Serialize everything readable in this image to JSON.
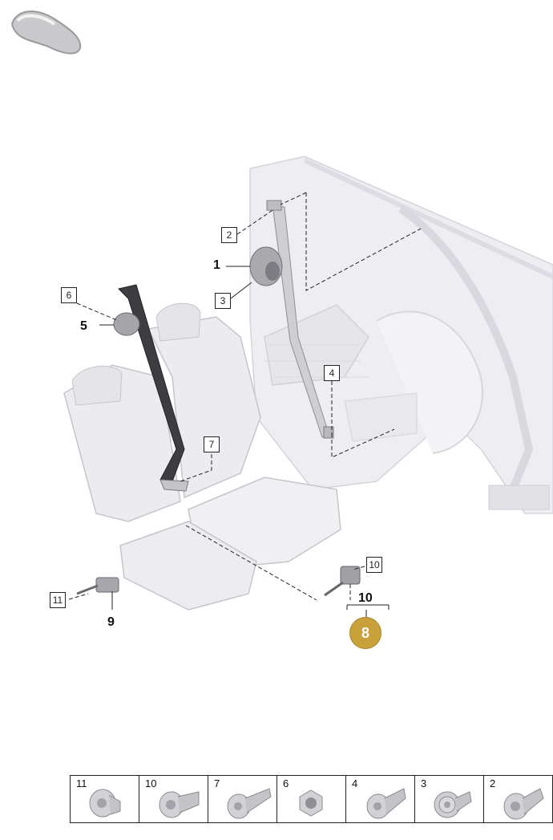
{
  "callouts": {
    "c1": "1",
    "c2": "2",
    "c3": "3",
    "c4": "4",
    "c5": "5",
    "c6": "6",
    "c7": "7",
    "c9": "9",
    "c10_box": "10",
    "c10_bold": "10",
    "c11": "11",
    "badge8": "8"
  },
  "parts_table": [
    {
      "num": "11",
      "icon": "bolt-round-head-icon"
    },
    {
      "num": "10",
      "icon": "bolt-shoulder-icon"
    },
    {
      "num": "7",
      "icon": "bolt-long-icon"
    },
    {
      "num": "6",
      "icon": "hex-nut-icon"
    },
    {
      "num": "4",
      "icon": "bolt-short-icon"
    },
    {
      "num": "3",
      "icon": "bolt-flange-icon"
    },
    {
      "num": "2",
      "icon": "bolt-washer-icon"
    }
  ],
  "colors": {
    "badge": "#c8a13a",
    "body_gray": "#e8e8ec",
    "belt": "#3a3a3e"
  }
}
